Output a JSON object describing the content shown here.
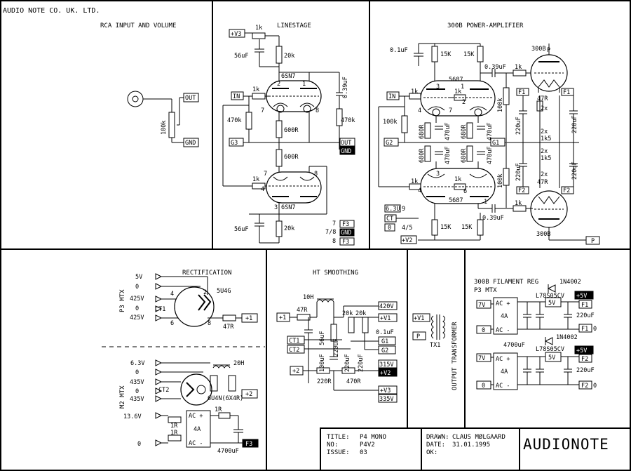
{
  "company": "AUDIO NOTE CO. UK. LTD.",
  "sections": {
    "rca": "RCA INPUT AND VOLUME",
    "line": "LINESTAGE",
    "power": "300B POWER-AMPLIFIER",
    "rect": "RECTIFICATION",
    "ht": "HT SMOOTHING",
    "out": "OUTPUT TRANSFORMER",
    "fil": "300B FILAMENT REG"
  },
  "rca": {
    "out": "OUT",
    "gnd": "GND",
    "pot": "100k"
  },
  "line": {
    "v3": "+V3",
    "pot": "1k",
    "cap_top": "56uF",
    "r_top": "20k",
    "tube": "6SN7",
    "in": "IN",
    "r_grid": "1k",
    "cap_coup": "0.39uF",
    "r_470": "470k",
    "r_470b": "470k",
    "r_600a": "600R",
    "r_600b": "600R",
    "g3": "G3",
    "out": "OUT",
    "gnd1": "GND",
    "gnd2": "GND",
    "r_grid2": "1k",
    "cap_bot": "56uF",
    "r_bot": "20k",
    "pin_f3_1": "7",
    "pin_gnd": "7/8",
    "pin_f3_2": "8",
    "f3": "F3",
    "gnd3": "GND"
  },
  "pin_nums": [
    "3",
    "1",
    "4",
    "6",
    "5",
    "2",
    "7",
    "8"
  ],
  "power": {
    "cap_01": "0.1uF",
    "r15k_1": "15K",
    "r15k_2": "15K",
    "cap_039_1": "0.39uF",
    "r1k_1": "1k",
    "tube_300b": "300B",
    "p": "P",
    "driver": "5687",
    "in": "IN",
    "r1k_a": "1k",
    "r1k_b": "1k",
    "r100k_1": "100k",
    "r100k_2": "100k",
    "r680": [
      "680R",
      "680R",
      "680R",
      "680R"
    ],
    "c470": [
      "470uF",
      "470uF",
      "470uF",
      "470uF"
    ],
    "g1": "G1",
    "g2": "G2",
    "f1": "F1",
    "f2": "F2",
    "r47_1": "47R",
    "r47_2": "47R",
    "r2x": [
      "2x",
      "2x",
      "2x",
      "2x"
    ],
    "r1k5": [
      "1k5",
      "1k5"
    ],
    "c220": [
      "220uF",
      "220uF",
      "220uF",
      "220uF"
    ],
    "driver2": "5687",
    "r1k_c": "1k",
    "r1k_d": "1k",
    "r1k_2": "1k",
    "cap_039_2": "0.39uF",
    "r15k_3": "15K",
    "r15k_4": "15K",
    "tube_300b_2": "300B",
    "l63": "6.3U",
    "l63pin": "9",
    "ct": "CT",
    "l0": "0",
    "l0pin": "4/5",
    "v2": "+V2"
  },
  "rect": {
    "mtx": "P3 MTX",
    "taps": [
      "5V",
      "0",
      "425V",
      "0",
      "425V"
    ],
    "tube": "5U4G",
    "ct": "CT1",
    "r": "47R",
    "out": "+1",
    "mtx2": "M2 MTX",
    "taps2": [
      "6.3V",
      "0",
      "435V",
      "0",
      "435V"
    ],
    "tube2": "6U4N(6X4R)",
    "ct2": "CT2",
    "choke": "20H",
    "out2": "+2",
    "ac_in": "13.6V",
    "ac_0": "0",
    "r1": "1R",
    "r2": "1R",
    "r3": "1R",
    "bridge": "4A",
    "acp": "AC +",
    "acm": "AC -",
    "cap": "4700uF",
    "f3": "F3"
  },
  "ht": {
    "choke": "10H",
    "r47": "47R",
    "c56": "56uF",
    "c220a": "220uF",
    "c100": "100uF",
    "r20k1": "20k",
    "r20k2": "20k",
    "c01": "0.1uF",
    "c220b": "220uF",
    "r220": "220R",
    "r470": "470R",
    "in1": "+1",
    "ct1": "CT1",
    "ct2": "CT2",
    "in2": "+2",
    "o420": "420V",
    "v1": "+V1",
    "g1": "G1",
    "g2": "G2",
    "o315": "315V",
    "v2": "+V2",
    "v3": "+V3",
    "o335": "335V"
  },
  "out": {
    "v1": "+V1",
    "p": "P",
    "tx": "TX1"
  },
  "fil": {
    "mtx": "P3 MTX",
    "diode1": "1N4002",
    "reg1": "L78S05CV",
    "v5a": "+5V",
    "f1a": "F1",
    "f1b": "F1",
    "f1pin": "0",
    "ac7a": "7V",
    "ac0a": "0",
    "bridge1": "4A",
    "acp": "AC +",
    "acm": "AC -",
    "cap_big1": "4700uF",
    "cap_220a": "220uF",
    "reg_v1": "5V",
    "diode2": "1N4002",
    "reg2": "L78S05CV",
    "v5b": "+5V",
    "f2a": "F2",
    "f2b": "F2",
    "f2pin": "0",
    "ac7b": "7V",
    "ac0b": "0",
    "bridge2": "4A",
    "cap_220b": "220uF",
    "reg_v2": "5V"
  },
  "title_block": {
    "title_lbl": "TITLE:",
    "title": "P4 MONO",
    "no_lbl": "NO:",
    "no": "P4V2",
    "issue_lbl": "ISSUE:",
    "issue": "03",
    "drawn_lbl": "DRAWN:",
    "drawn": "CLAUS MØLGAARD",
    "date_lbl": "DATE:",
    "date": "31.01.1995",
    "ok_lbl": "OK:",
    "logo": "AUDIONOTE"
  }
}
